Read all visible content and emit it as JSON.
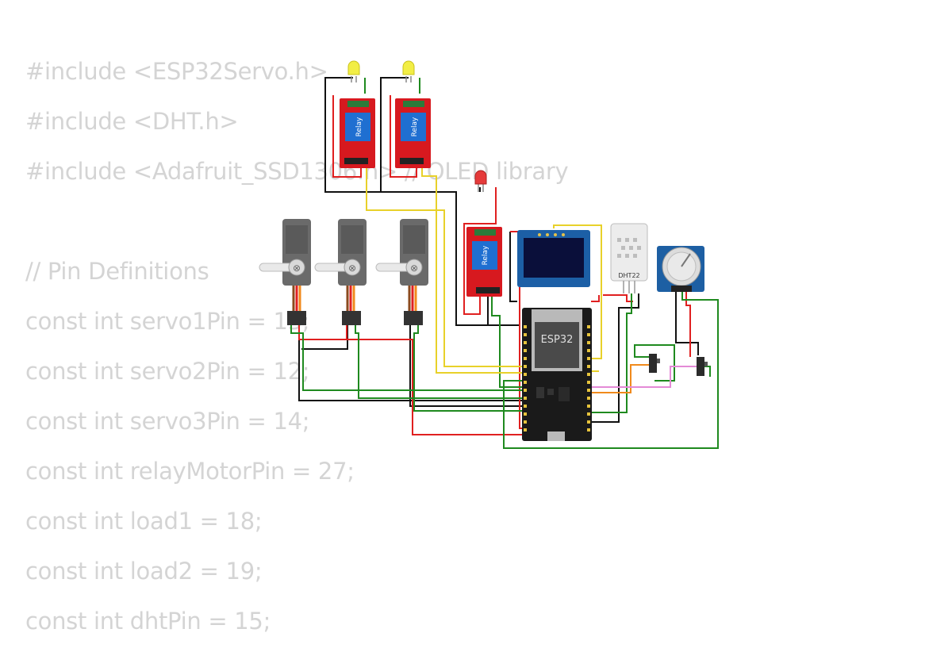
{
  "code": {
    "lines": [
      "#include <ESP32Servo.h>",
      "#include <DHT.h>",
      "#include <Adafruit_SSD1306.h> // OLED library",
      "",
      "// Pin Definitions",
      "const int servo1Pin = 13;",
      "const int servo2Pin = 12;",
      "const int servo3Pin = 14;",
      "const int relayMotorPin = 27;",
      "const int load1 = 18;",
      "const int load2 = 19;",
      "const int dhtPin = 15;"
    ]
  },
  "diagram": {
    "relay_label": "Relay",
    "esp32_label": "ESP32",
    "dht_label": "DHT22",
    "colors": {
      "relay_board": "#d7191f",
      "relay_block": "#1f6fd1",
      "servo_body": "#6a6a6a",
      "esp_board": "#1a1a1a",
      "oled_pcb": "#1c5fa6",
      "pot_pcb": "#1d5fa3",
      "led_yellow": "#f2ee45",
      "led_red": "#e53a3a",
      "wire_black": "#111111",
      "wire_red": "#e02020",
      "wire_green": "#1f8a1f",
      "wire_yellow": "#e8d12a",
      "wire_orange": "#f08a1c",
      "wire_pink": "#e48ad6"
    }
  }
}
